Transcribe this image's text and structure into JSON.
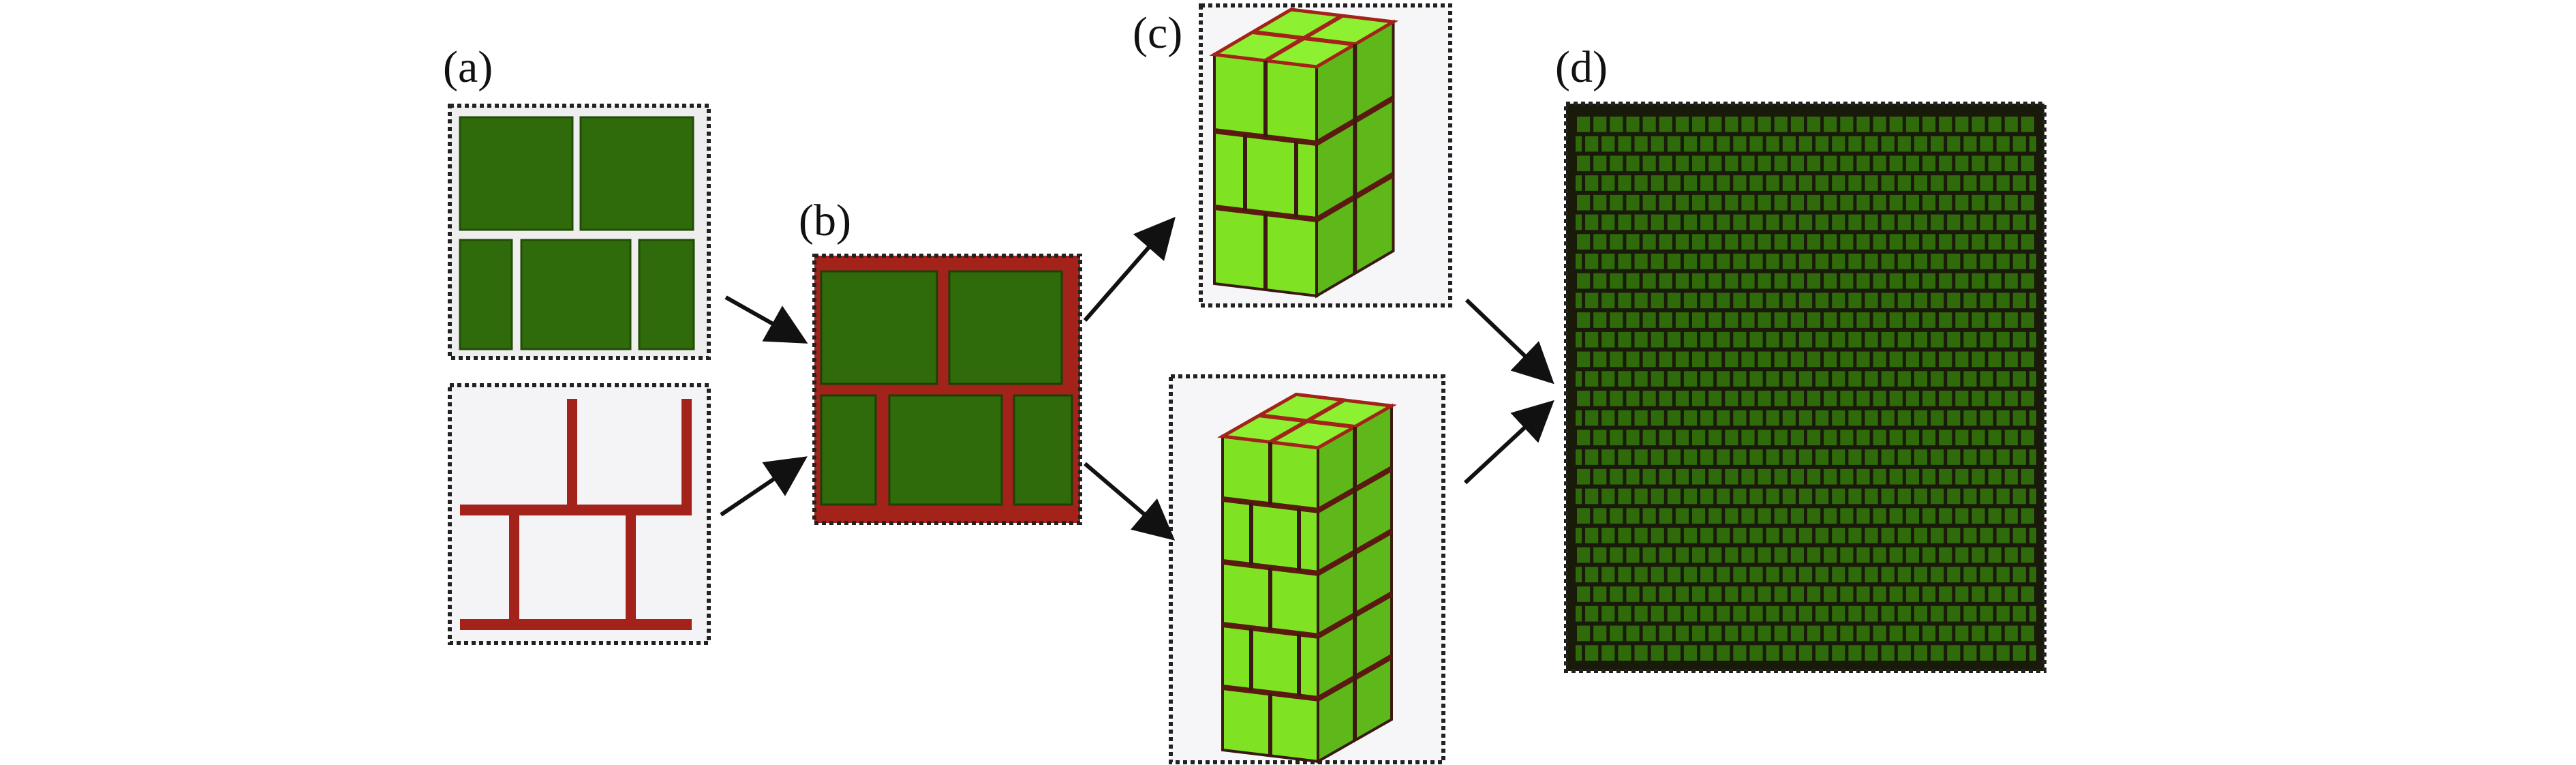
{
  "panels": {
    "a": {
      "label": "(a)"
    },
    "b": {
      "label": "(b)"
    },
    "c": {
      "label": "(c)"
    },
    "d": {
      "label": "(d)"
    }
  },
  "colors": {
    "brick_dark": "#2f6b0a",
    "brick_light": "#7fe324",
    "mortar": "#a3231b",
    "frame": "#222222"
  }
}
